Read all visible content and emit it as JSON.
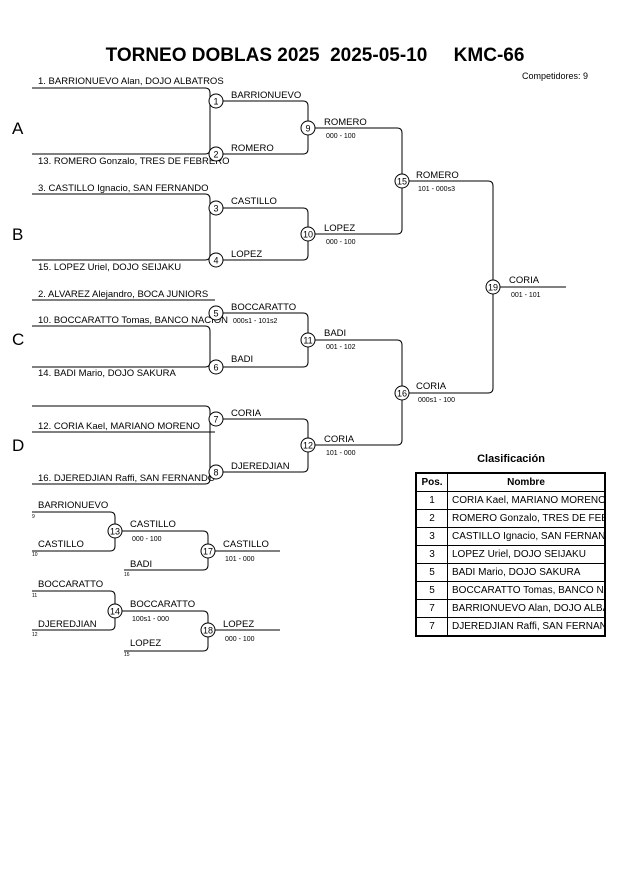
{
  "header": {
    "title": "TORNEO DOBLAS 2025  2025-05-10     KMC-66",
    "competitors": "Competidores: 9"
  },
  "groups": [
    "A",
    "B",
    "C",
    "D"
  ],
  "entries": [
    "1. BARRIONUEVO Alan, DOJO ALBATROS",
    "13. ROMERO Gonzalo, TRES DE FEBRERO",
    "3. CASTILLO Ignacio, SAN FERNANDO",
    "15. LOPEZ Uriel, DOJO SEIJAKU",
    "2. ALVAREZ Alejandro, BOCA JUNIORS",
    "10. BOCCARATTO Tomas, BANCO NACION",
    "14. BADI Mario, DOJO SAKURA",
    "12. CORIA Kael, MARIANO MORENO",
    "16. DJEREDJIAN Raffi, SAN FERNANDO"
  ],
  "matches": [
    {
      "id": "1",
      "winner": "BARRIONUEVO",
      "score": ""
    },
    {
      "id": "2",
      "winner": "ROMERO",
      "score": ""
    },
    {
      "id": "3",
      "winner": "CASTILLO",
      "score": ""
    },
    {
      "id": "4",
      "winner": "LOPEZ",
      "score": ""
    },
    {
      "id": "5",
      "winner": "BOCCARATTO",
      "score": "000s1 - 101s2"
    },
    {
      "id": "6",
      "winner": "BADI",
      "score": ""
    },
    {
      "id": "7",
      "winner": "CORIA",
      "score": ""
    },
    {
      "id": "8",
      "winner": "DJEREDJIAN",
      "score": ""
    },
    {
      "id": "9",
      "winner": "ROMERO",
      "score": "000 - 100"
    },
    {
      "id": "10",
      "winner": "LOPEZ",
      "score": "000 - 100"
    },
    {
      "id": "11",
      "winner": "BADI",
      "score": "001 - 102"
    },
    {
      "id": "12",
      "winner": "CORIA",
      "score": "101 - 000"
    },
    {
      "id": "15",
      "winner": "ROMERO",
      "score": "101 - 000s3"
    },
    {
      "id": "16",
      "winner": "CORIA",
      "score": "000s1 - 100"
    },
    {
      "id": "19",
      "winner": "CORIA",
      "score": "001 - 101"
    }
  ],
  "repechage": {
    "r1": [
      {
        "id": "13",
        "top": "BARRIONUEVO",
        "top_ref": "9",
        "bottom": "CASTILLO",
        "bottom_ref": "10",
        "winner": "CASTILLO",
        "score": "000 - 100"
      },
      {
        "id": "14",
        "top": "BOCCARATTO",
        "top_ref": "11",
        "bottom": "DJEREDJIAN",
        "bottom_ref": "12",
        "winner": "BOCCARATTO",
        "score": "100s1 - 000"
      }
    ],
    "r2": [
      {
        "id": "17",
        "bottom": "BADI",
        "bottom_ref": "16",
        "winner": "CASTILLO",
        "score": "101 - 000"
      },
      {
        "id": "18",
        "bottom": "LOPEZ",
        "bottom_ref": "15",
        "winner": "LOPEZ",
        "score": "000 - 100"
      }
    ]
  },
  "classification": {
    "title": "Clasificación",
    "headers": [
      "Pos.",
      "Nombre"
    ],
    "rows": [
      {
        "pos": "1",
        "name": "CORIA Kael, MARIANO MORENO"
      },
      {
        "pos": "2",
        "name": "ROMERO Gonzalo, TRES DE FEBRERO"
      },
      {
        "pos": "3",
        "name": "CASTILLO Ignacio, SAN FERNANDO"
      },
      {
        "pos": "3",
        "name": "LOPEZ Uriel, DOJO SEIJAKU"
      },
      {
        "pos": "5",
        "name": "BADI Mario, DOJO SAKURA"
      },
      {
        "pos": "5",
        "name": "BOCCARATTO Tomas, BANCO NACION"
      },
      {
        "pos": "7",
        "name": "BARRIONUEVO Alan, DOJO ALBATROS"
      },
      {
        "pos": "7",
        "name": "DJEREDJIAN Raffi, SAN FERNANDO"
      }
    ]
  }
}
